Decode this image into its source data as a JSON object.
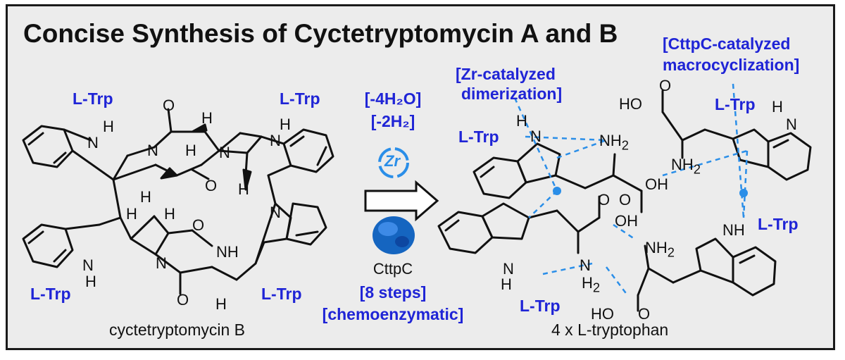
{
  "title": "Concise Synthesis of Cyctetryptomycin A and B",
  "left": {
    "trp_labels": [
      "L-Trp",
      "L-Trp",
      "L-Trp",
      "L-Trp"
    ],
    "compound_name": "cyctetryptomycin B"
  },
  "middle": {
    "condition_1": "[-4H₂O]",
    "condition_2": "[-2H₂]",
    "zr_logo": "Zr",
    "enzyme": "CttpC",
    "steps": "[8 steps]",
    "approach": "[chemoenzymatic]"
  },
  "right": {
    "zr_annotation_line1": "[Zr-catalyzed",
    "zr_annotation_line2": "dimerization]",
    "cttpc_annotation_line1": "[CttpC-catalyzed",
    "cttpc_annotation_line2": "macrocyclization]",
    "trp_labels": [
      "L-Trp",
      "L-Trp",
      "L-Trp",
      "L-Trp"
    ],
    "product_label": "4 x L-tryptophan"
  },
  "colors": {
    "accent_blue": "#1f24d6",
    "dash_blue": "#2a8ee8",
    "frame_bg": "#ececec"
  }
}
